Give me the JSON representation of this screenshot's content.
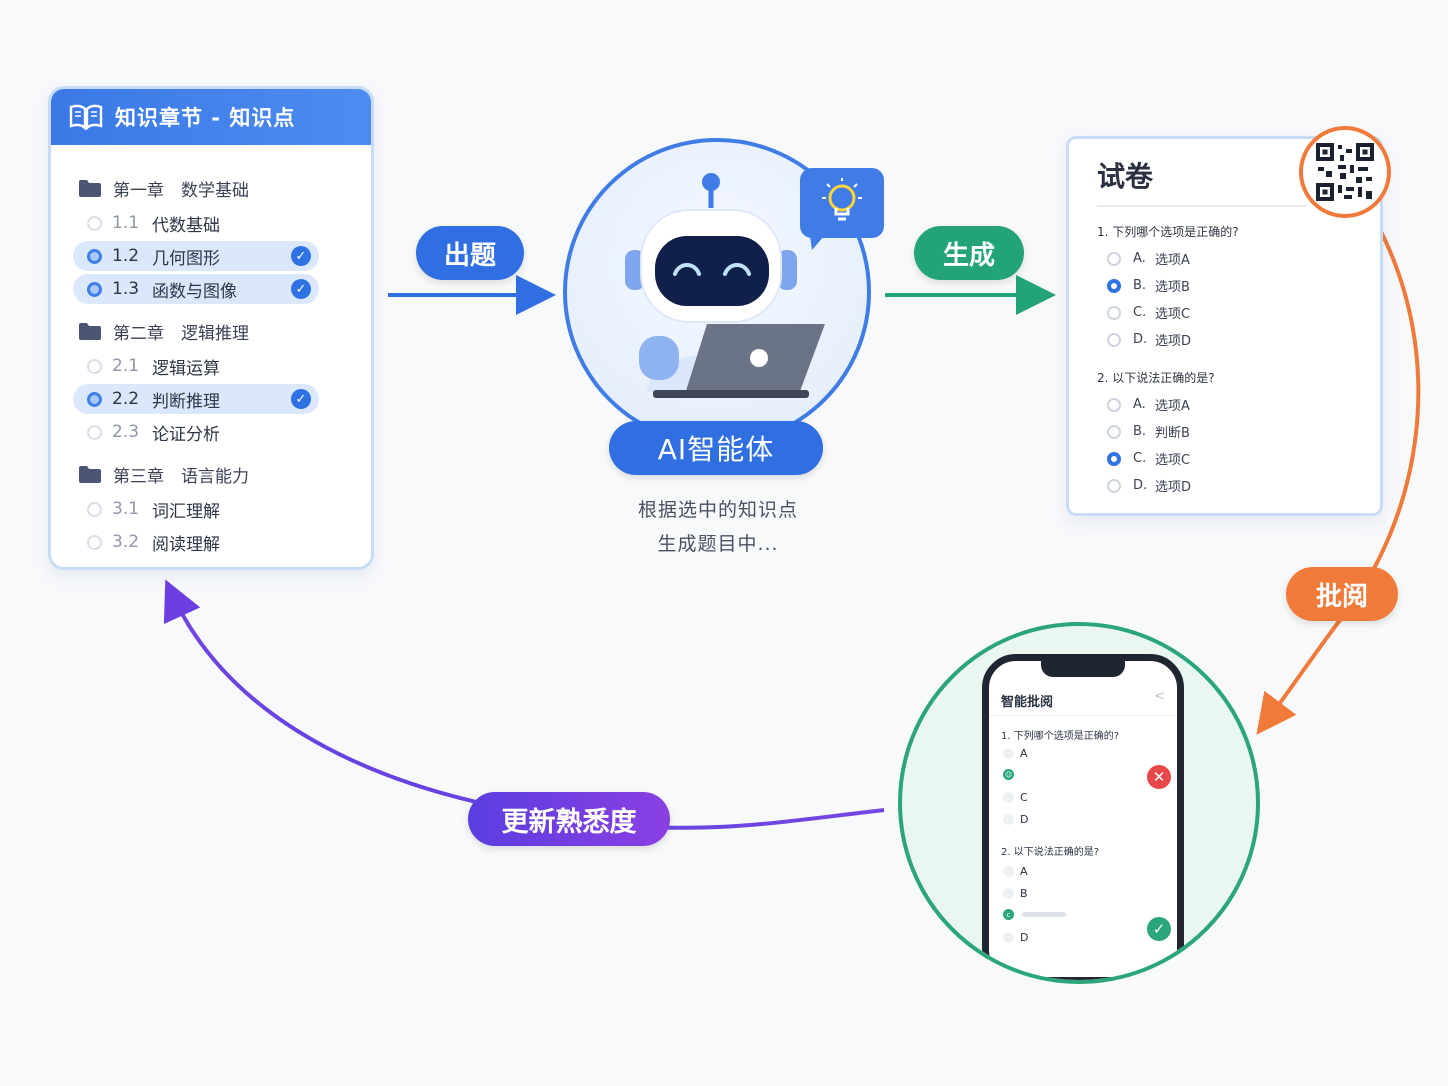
{
  "knowledge_panel": {
    "title": "知识章节 - 知识点",
    "chapters": [
      {
        "name": "第一章　数学基础",
        "items": [
          {
            "num": "1.1",
            "label": "代数基础",
            "selected": false
          },
          {
            "num": "1.2",
            "label": "几何图形",
            "selected": true
          },
          {
            "num": "1.3",
            "label": "函数与图像",
            "selected": true
          }
        ]
      },
      {
        "name": "第二章　逻辑推理",
        "items": [
          {
            "num": "2.1",
            "label": "逻辑运算",
            "selected": false
          },
          {
            "num": "2.2",
            "label": "判断推理",
            "selected": true
          },
          {
            "num": "2.3",
            "label": "论证分析",
            "selected": false
          }
        ]
      },
      {
        "name": "第三章　语言能力",
        "items": [
          {
            "num": "3.1",
            "label": "词汇理解",
            "selected": false
          },
          {
            "num": "3.2",
            "label": "阅读理解",
            "selected": false
          }
        ]
      }
    ]
  },
  "steps": {
    "generate_questions": "出题",
    "generate": "生成",
    "grading": "批阅",
    "update_familiarity": "更新熟悉度"
  },
  "agent": {
    "name": "AI智能体",
    "caption_line1": "根据选中的知识点",
    "caption_line2": "生成题目中..."
  },
  "exam_paper": {
    "title": "试卷",
    "questions": [
      {
        "text": "1.  下列哪个选项是正确的?",
        "options": [
          {
            "key": "A.",
            "text": "选项A",
            "checked": false
          },
          {
            "key": "B.",
            "text": "选项B",
            "checked": true
          },
          {
            "key": "C.",
            "text": "选项C",
            "checked": false
          },
          {
            "key": "D.",
            "text": "选项D",
            "checked": false
          }
        ]
      },
      {
        "text": "2.  以下说法正确的是?",
        "options": [
          {
            "key": "A.",
            "text": "选项A",
            "checked": false
          },
          {
            "key": "B.",
            "text": "判断B",
            "checked": false
          },
          {
            "key": "C.",
            "text": "选项C",
            "checked": true
          },
          {
            "key": "D.",
            "text": "选项D",
            "checked": false
          }
        ]
      }
    ]
  },
  "phone": {
    "title": "智能批阅",
    "back_icon": "<",
    "q1": "1.  下列哪个选项是正确的?",
    "q1_options": [
      "A",
      "",
      "C",
      "D"
    ],
    "q2": "2.  以下说法正确的是?",
    "q2_options": [
      "A",
      "B",
      "",
      "D"
    ],
    "wrong_mark": "✕",
    "right_mark": "✓"
  },
  "colors": {
    "blue": "#2f6fe2",
    "green": "#23a476",
    "orange": "#f07a39",
    "purple": "#6c3fe1"
  }
}
